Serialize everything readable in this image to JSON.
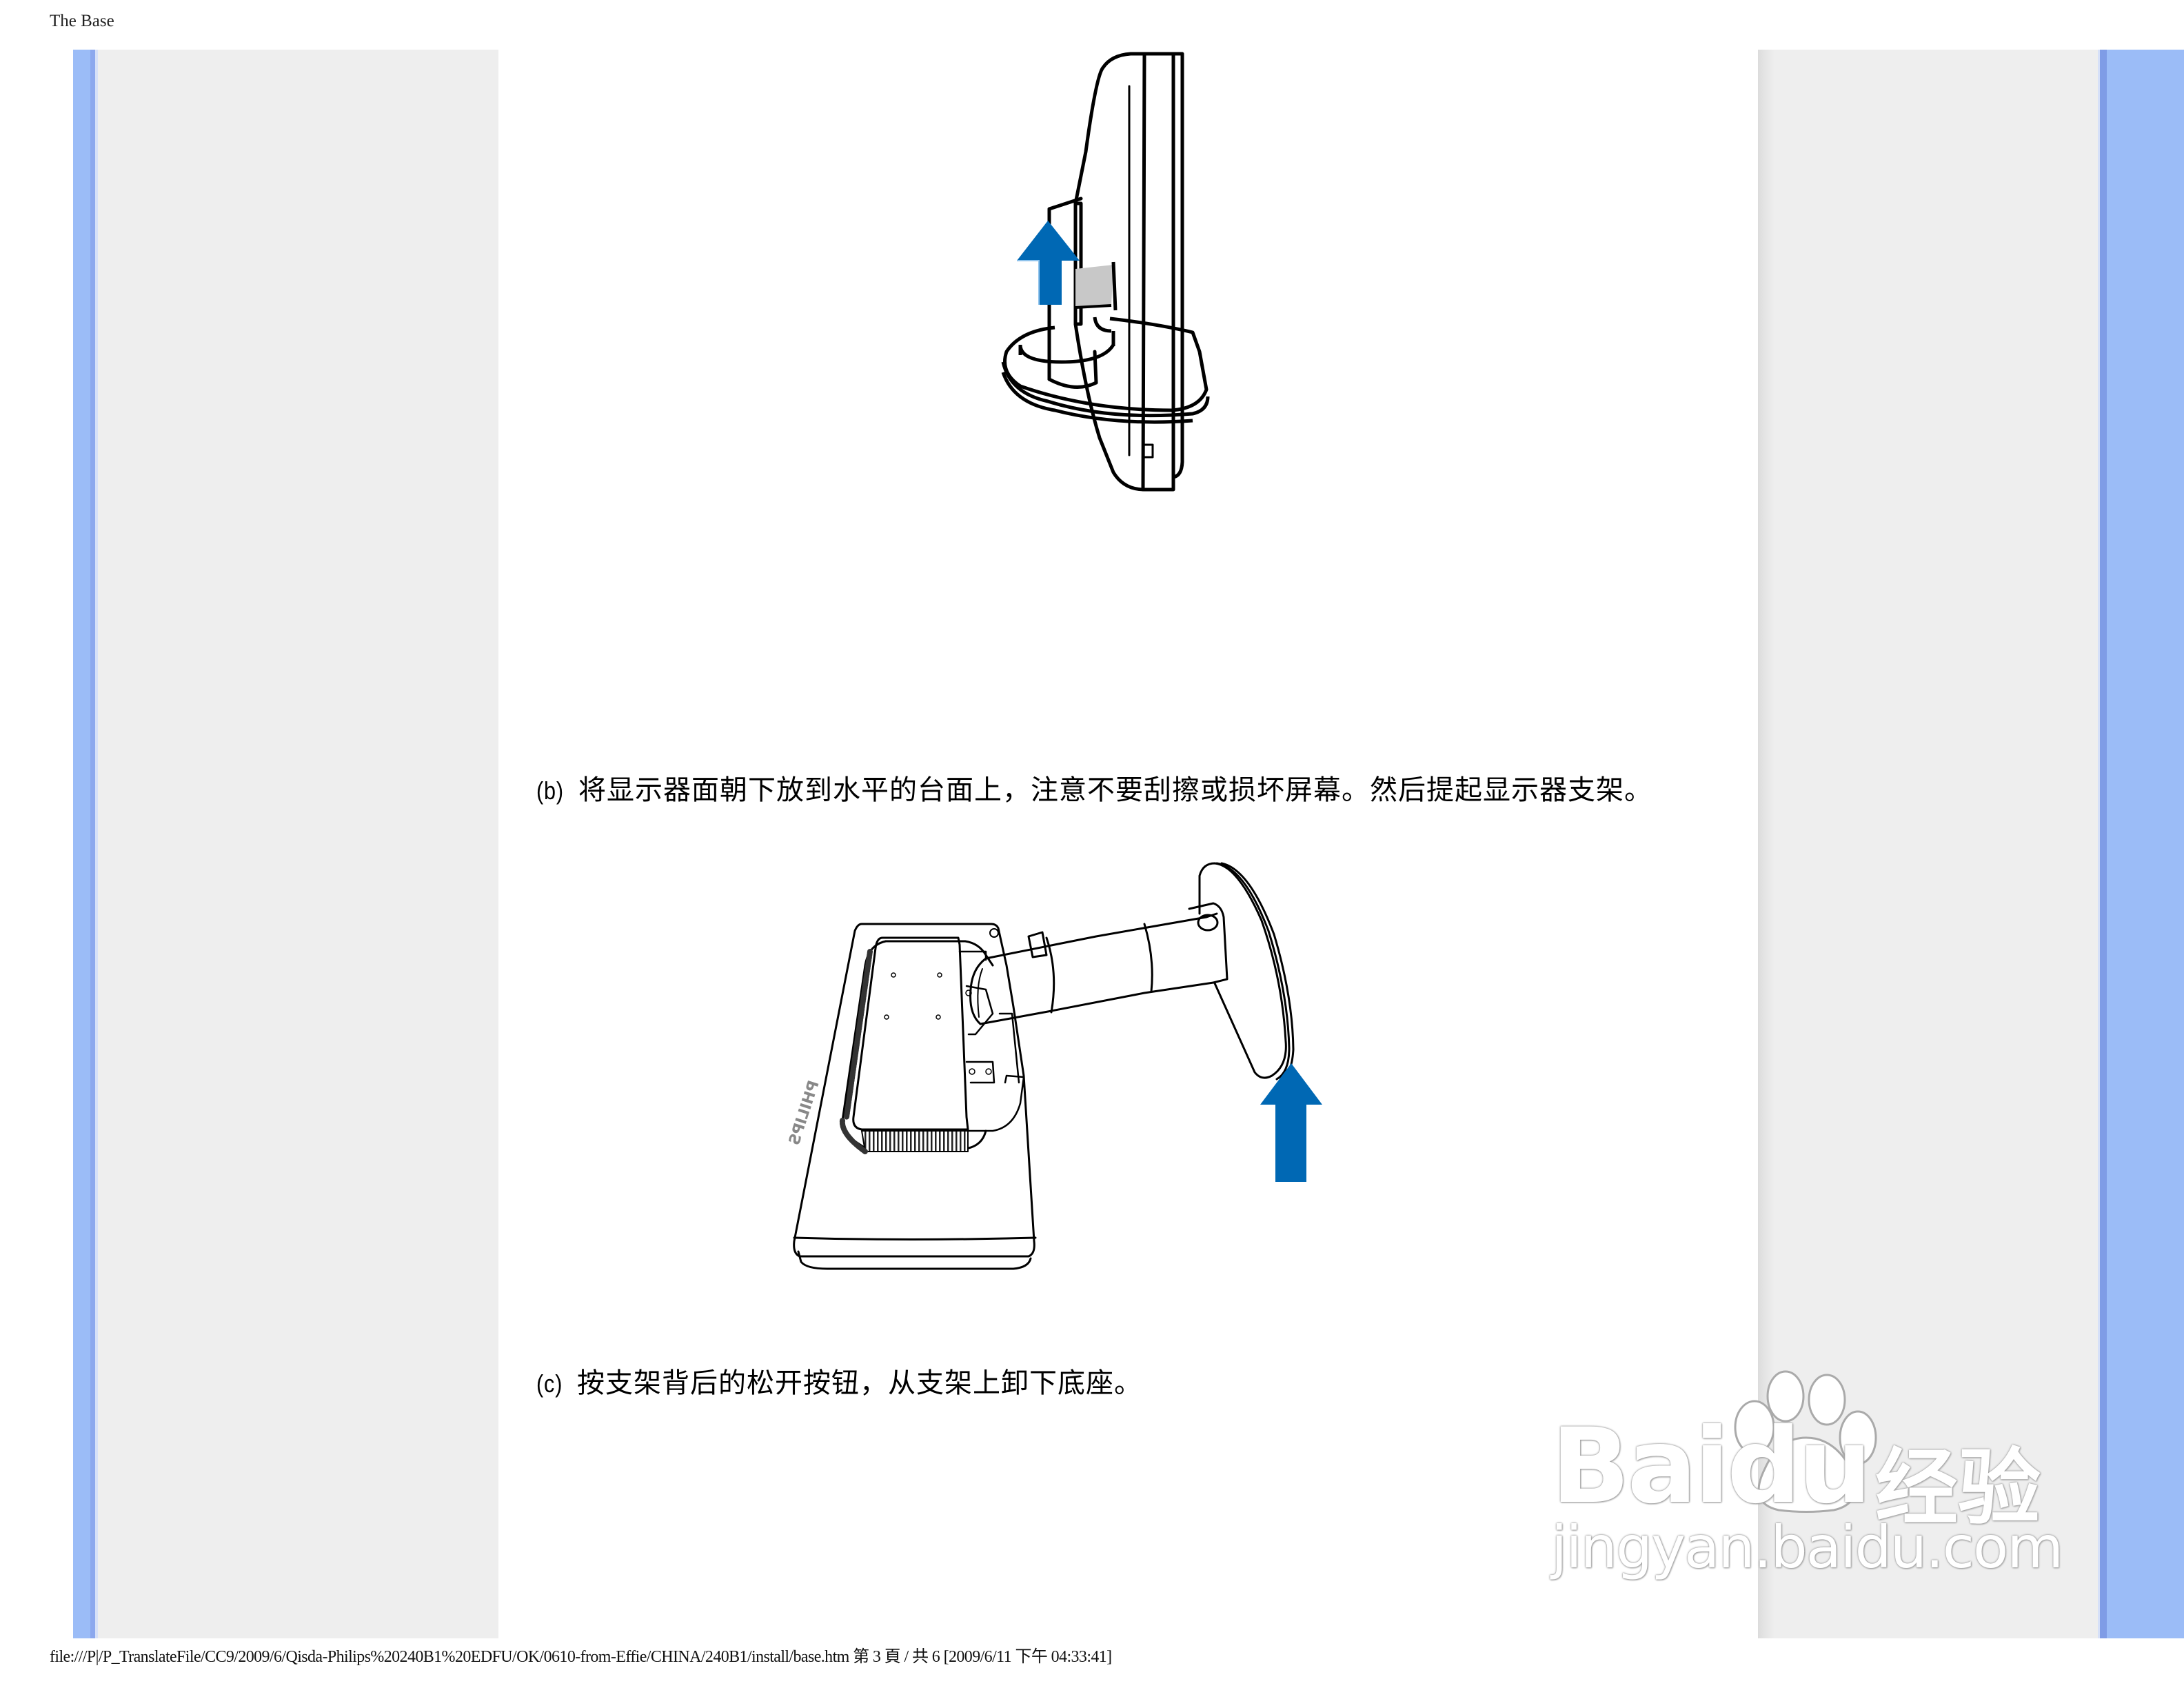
{
  "header": {
    "title": "The Base"
  },
  "steps": [
    {
      "label": "(b)",
      "text": "将显示器面朝下放到水平的台面上，注意不要刮擦或损坏屏幕。然后提起显示器支架。",
      "figure": "monitor-side-view-lift-stand"
    },
    {
      "label": "(c)",
      "text": "按支架背后的松开按钮，从支架上卸下底座。",
      "figure": "monitor-face-down-remove-base"
    }
  ],
  "figures": {
    "brand_text": "PHILIPS",
    "arrow_color": "#0068B4",
    "arrow_direction": "up"
  },
  "watermark": {
    "brand": "Baidu",
    "brand_suffix": "经验",
    "url": "jingyan.baidu.com"
  },
  "footer": {
    "path": "file:///P|/P_TranslateFile/CC9/2009/6/Qisda-Philips%20240B1%20EDFU/OK/0610-from-Effie/CHINA/240B1/install/base.htm",
    "page_info": "第 3 頁 / 共 6",
    "timestamp": "[2009/6/11 下午 04:33:41]"
  },
  "colors": {
    "frame_blue": "#9BBCF7",
    "sidebar_gray": "#EEEEEE",
    "arrow_blue": "#0068B4",
    "stand_gray": "#C8C8C8"
  }
}
